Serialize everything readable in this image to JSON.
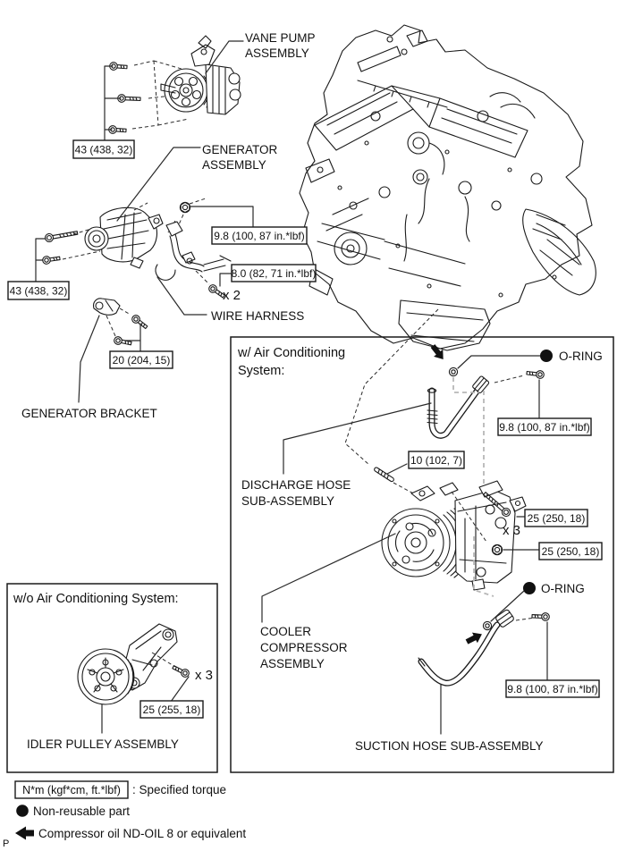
{
  "labels": {
    "vane1": "VANE PUMP",
    "vane2": "ASSEMBLY",
    "gen1": "GENERATOR",
    "gen2": "ASSEMBLY",
    "harness": "WIRE HARNESS",
    "bracket": "GENERATOR BRACKET",
    "discharge1": "DISCHARGE HOSE",
    "discharge2": "SUB-ASSEMBLY",
    "cooler1": "COOLER",
    "cooler2": "COMPRESSOR",
    "cooler3": "ASSEMBLY",
    "suction": "SUCTION HOSE SUB-ASSEMBLY",
    "idler": "IDLER PULLEY ASSEMBLY",
    "oring_top": "O-RING",
    "oring_bottom": "O-RING"
  },
  "multipliers": {
    "x2": "x 2",
    "x3_compressor": "x 3",
    "x3_idler": "x 3"
  },
  "sections": {
    "with_ac1": "w/ Air Conditioning",
    "with_ac2": "System:",
    "without_ac": "w/o Air Conditioning System:"
  },
  "torques": {
    "vane_bolts": "43 (438, 32)",
    "gen_nut": "9.8 (100, 87 in.*lbf)",
    "harness_bolt": "8.0 (82, 71 in.*lbf)",
    "gen_bolts": "43 (438, 32)",
    "bracket_bolts": "20 (204, 15)",
    "discharge_union": "9.8 (100, 87 in.*lbf)",
    "stud": "10 (102, 7)",
    "compressor_bolts": "25 (250, 18)",
    "compressor_nut": "25 (250, 18)",
    "suction_union": "9.8 (100, 87 in.*lbf)",
    "idler_bolts": "25 (255, 18)"
  },
  "legend": {
    "torque_unit": "N*m (kgf*cm, ft.*lbf)",
    "torque_desc": ": Specified torque",
    "non_reusable": "Non-reusable part",
    "compressor_oil": "Compressor oil ND-OIL 8 or equivalent",
    "page_marker": "P"
  },
  "colors": {
    "line": "#1a1a1a",
    "construction_dash": "#b7b7b7"
  }
}
